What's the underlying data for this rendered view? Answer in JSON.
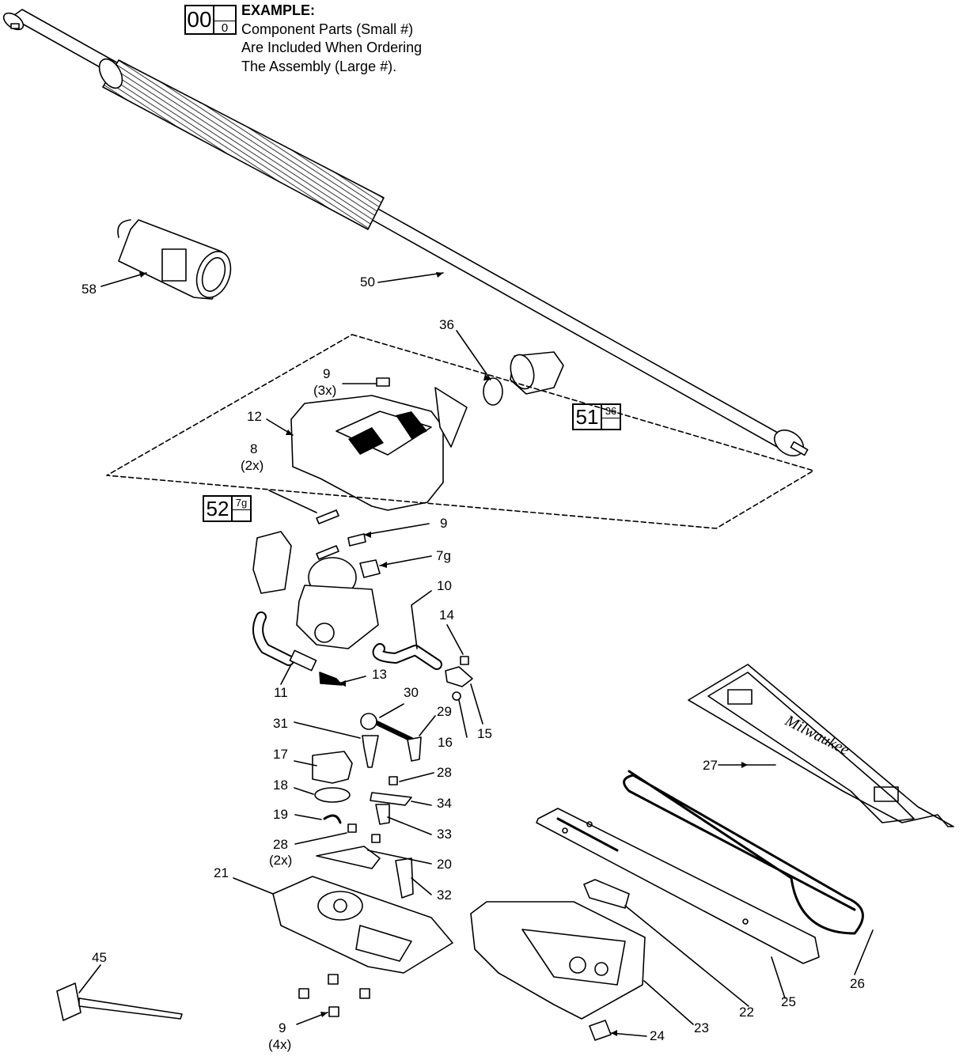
{
  "legend": {
    "big_number": "00",
    "small_number": "0",
    "heading": "EXAMPLE:",
    "line1": "Component Parts (Small #)",
    "line2": "Are Included When Ordering",
    "line3": "The Assembly (Large #)."
  },
  "assemblies": [
    {
      "id": "asm-51",
      "big": "51",
      "small": "36"
    },
    {
      "id": "asm-52",
      "big": "52",
      "small": "7g"
    }
  ],
  "labels": {
    "p58": "58",
    "p50": "50",
    "p36": "36",
    "p9a": "9",
    "p9a_qty": "(3x)",
    "p12": "12",
    "p8": "8",
    "p8_qty": "(2x)",
    "p9b": "9",
    "p7g": "7g",
    "p10": "10",
    "p14": "14",
    "p11": "11",
    "p13": "13",
    "p30": "30",
    "p29": "29",
    "p31": "31",
    "p16": "16",
    "p15": "15",
    "p17": "17",
    "p28a": "28",
    "p18": "18",
    "p34": "34",
    "p19": "19",
    "p33": "33",
    "p28b": "28",
    "p28b_qty": "(2x)",
    "p20": "20",
    "p21": "21",
    "p32": "32",
    "p27": "27",
    "p45": "45",
    "p9c": "9",
    "p9c_qty": "(4x)",
    "p22": "22",
    "p23": "23",
    "p24": "24",
    "p25": "25",
    "p26": "26"
  }
}
